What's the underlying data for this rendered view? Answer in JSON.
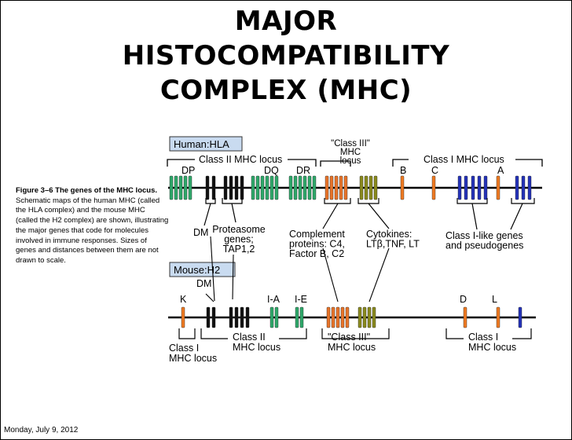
{
  "title": {
    "line1": "MAJOR",
    "line2": "HISTOCOMPATIBILITY",
    "line3": "COMPLEX (MHC)"
  },
  "footer": "Monday, July 9, 2012",
  "caption": {
    "label": "Figure 3–6  The genes of the MHC locus.",
    "text": "Schematic maps of the human MHC (called the HLA complex) and the mouse MHC (called the H2 complex) are shown, illustrating the major genes that code for molecules involved in immune responses. Sizes of genes and distances between them are not drawn to scale."
  },
  "human": {
    "box": "Human:HLA",
    "class2_locus": "Class II MHC locus",
    "class3_locus": "\"Class III\"\nMHC\nlocus",
    "class1_locus": "Class I MHC locus",
    "gene_labels": [
      "DP",
      "DQ",
      "DR",
      "B",
      "C",
      "A"
    ],
    "annotations": {
      "dm": "DM",
      "proteasome": "Proteasome\ngenes;\nTAP1,2",
      "complement": "Complement\nproteins: C4,\nFactor B, C2",
      "cytokines": "Cytokines:\nLTβ,TNF, LT",
      "class1like": "Class I-like genes\nand pseudogenes"
    }
  },
  "mouse": {
    "box": "Mouse:H2",
    "gene_labels": [
      "DM",
      "K",
      "I-A",
      "I-E",
      "D",
      "L"
    ],
    "class1_left": "Class I\nMHC locus",
    "class2": "Class II\nMHC locus",
    "class3": "\"Class III\"\nMHC locus",
    "class1_right": "Class I\nMHC locus"
  },
  "colors": {
    "class2": "#2fa86a",
    "class3": "#e8742a",
    "cytokine": "#8a8a1e",
    "class1": "#ee7a22",
    "class1like": "#2432b8",
    "proteasome": "#111111",
    "box_fill": "#c9dbf0"
  }
}
